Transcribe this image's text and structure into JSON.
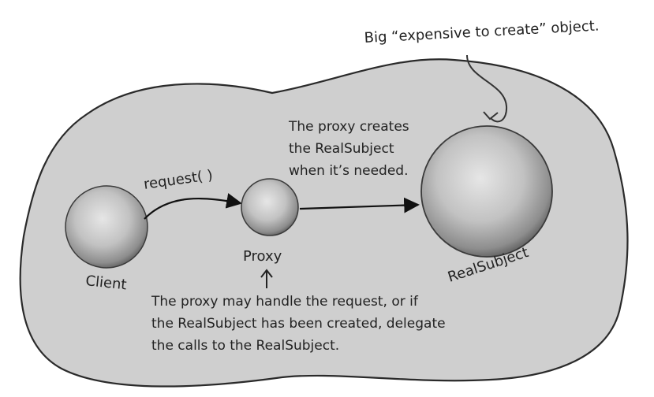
{
  "annotations": {
    "big_object_note": "Big “expensive to create” object.",
    "proxy_creates_note": [
      "The proxy creates",
      "the RealSubject",
      "when it’s needed."
    ],
    "proxy_handles_note": [
      "The proxy may handle the request, or if",
      "the RealSubject has been created, delegate",
      "the calls to the  RealSubject."
    ]
  },
  "nodes": {
    "client": "Client",
    "proxy": "Proxy",
    "real_subject": "RealSubject"
  },
  "edges": {
    "request_label": "request( )"
  }
}
